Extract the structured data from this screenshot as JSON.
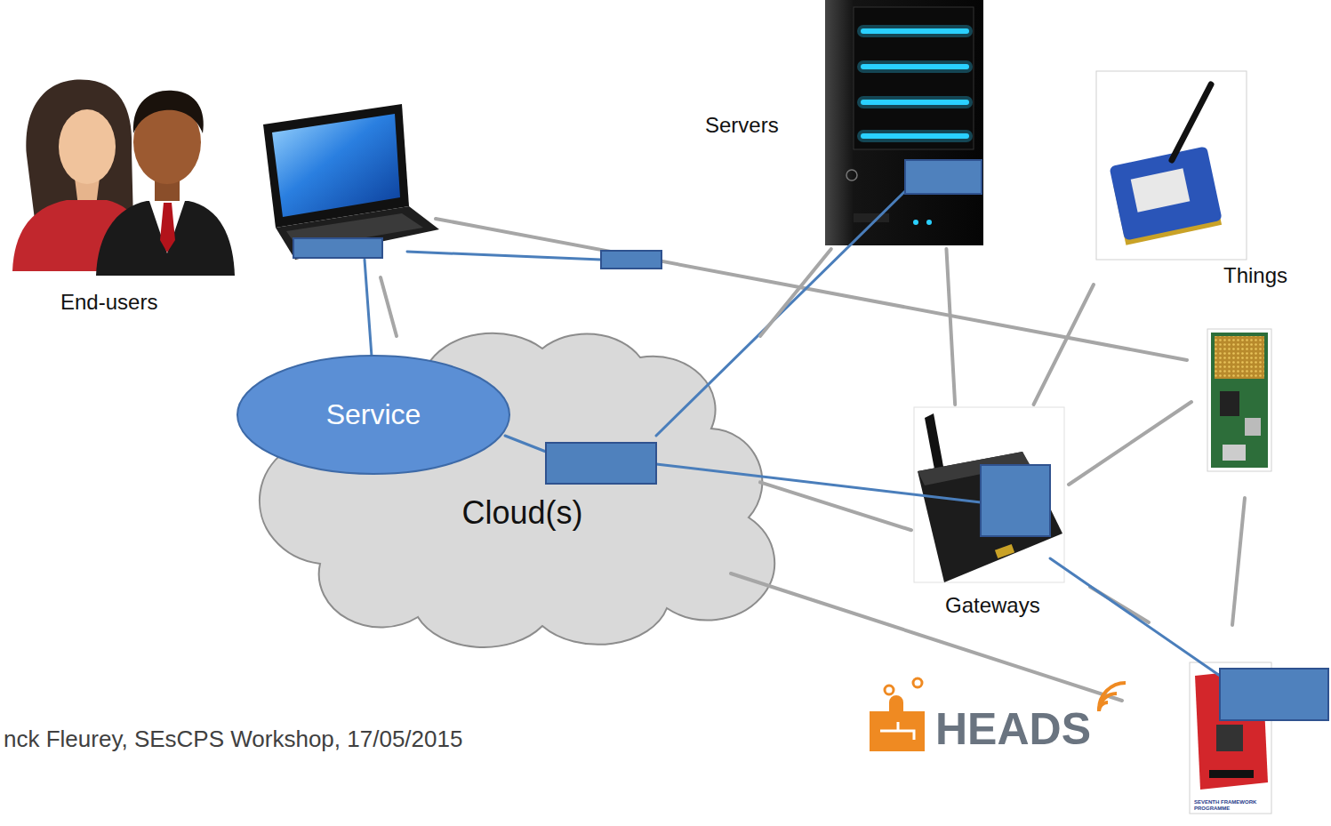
{
  "diagram": {
    "nodes": [
      {
        "text": [
          "Cloud(s)"
        ]
      },
      {
        "text": [
          "Service"
        ]
      },
      {
        "text": [
          "Servers"
        ]
      },
      {
        "text": [
          "Gateways"
        ]
      },
      {
        "text": [
          "Things"
        ]
      }
    ],
    "edges": [
      {
        "from": 0,
        "to": 2,
        "arrow": "none"
      },
      {
        "from": 2,
        "to": 3,
        "arrow": "none"
      },
      {
        "from": 0,
        "to": 3,
        "arrow": "none"
      },
      {
        "from": 4,
        "to": 3,
        "arrow": "none"
      }
    ],
    "labels": [
      "End-users",
      "nck Fleurey, SEsCPS Workshop, 17/05/2015",
      "HEADS",
      "SEVENTH FRAMEWORK PROGRAMME"
    ]
  }
}
